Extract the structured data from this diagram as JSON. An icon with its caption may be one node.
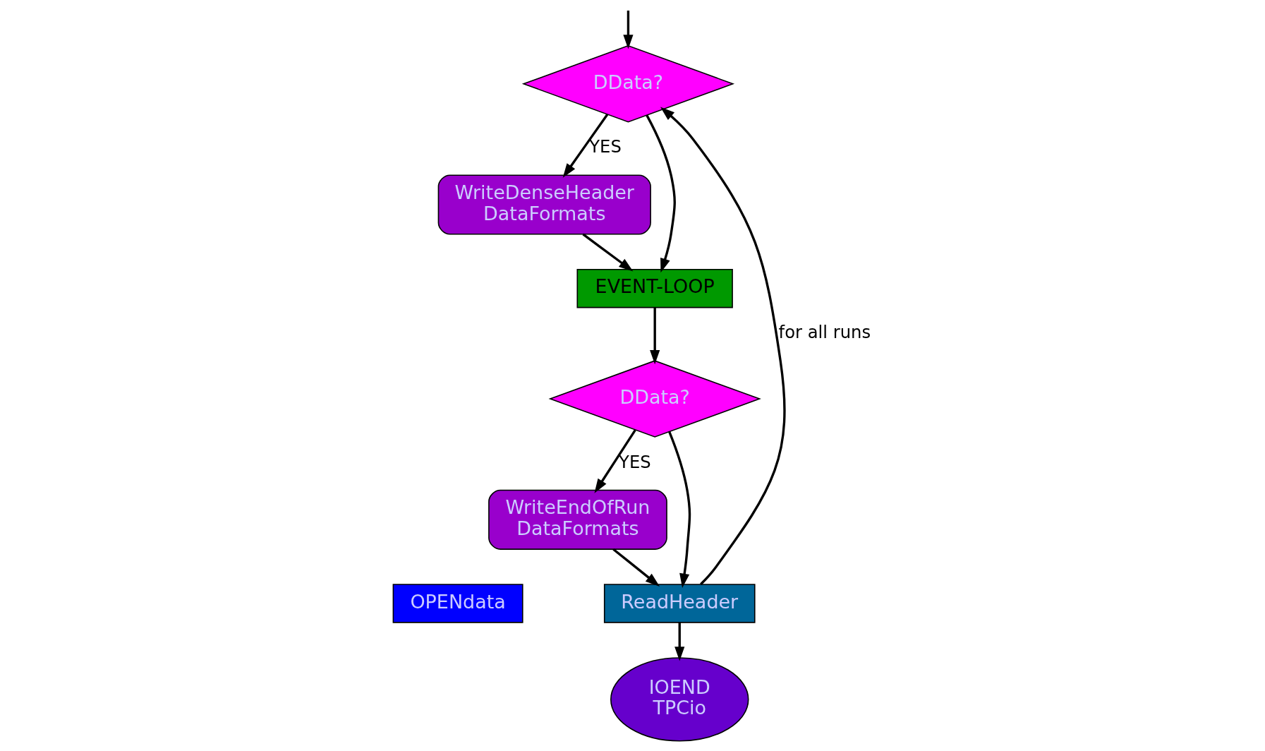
{
  "diagram": {
    "nodes": [
      {
        "text": [
          "DData?"
        ]
      },
      {
        "text": [
          "WriteDenseHeader",
          "DataFormats"
        ]
      },
      {
        "text": [
          "EVENT-LOOP"
        ]
      },
      {
        "text": [
          "DData?"
        ]
      },
      {
        "text": [
          "WriteEndOfRun",
          "DataFormats"
        ]
      },
      {
        "text": [
          "OPENdata"
        ]
      },
      {
        "text": [
          "ReadHeader"
        ]
      },
      {
        "text": [
          "IOEND",
          "TPCio"
        ]
      }
    ],
    "edges": [
      {
        "from": null,
        "to": 0,
        "arrow": "to"
      },
      {
        "from": 0,
        "to": 1,
        "arrow": "to",
        "label": "YES"
      },
      {
        "from": 0,
        "to": 2,
        "arrow": "to"
      },
      {
        "from": 1,
        "to": 2,
        "arrow": "to"
      },
      {
        "from": 2,
        "to": 3,
        "arrow": "to"
      },
      {
        "from": 3,
        "to": 4,
        "arrow": "to",
        "label": "YES"
      },
      {
        "from": 3,
        "to": 6,
        "arrow": "to"
      },
      {
        "from": 4,
        "to": 6,
        "arrow": "to"
      },
      {
        "from": 6,
        "to": 7,
        "arrow": "to"
      },
      {
        "from": 6,
        "to": 0,
        "arrow": "to",
        "label": "for all runs"
      }
    ]
  }
}
